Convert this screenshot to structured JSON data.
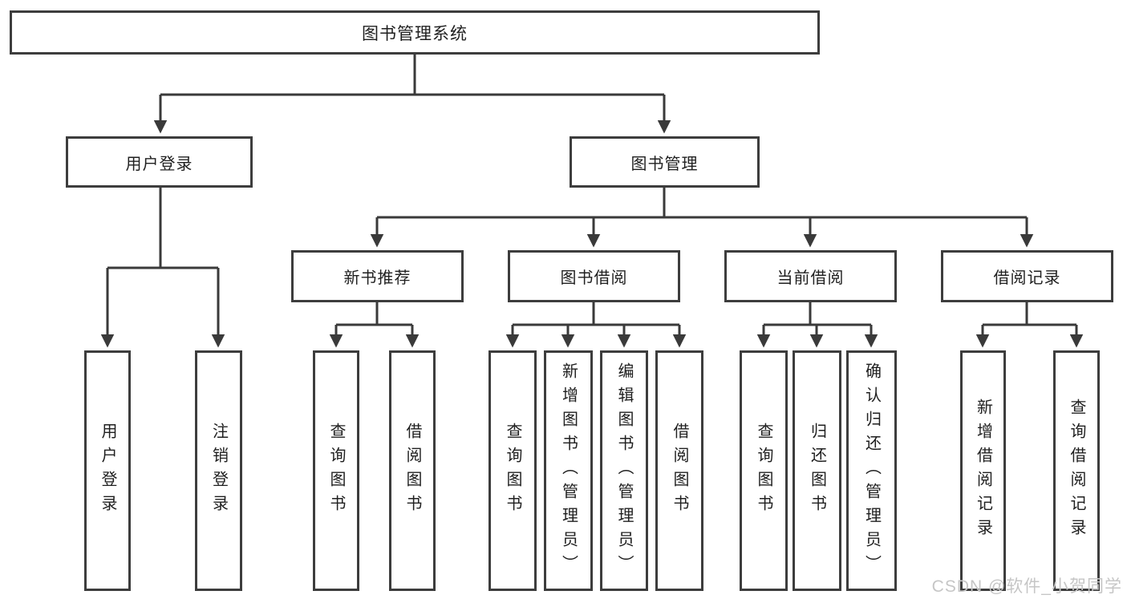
{
  "diagram_title": "图书管理系统",
  "nodes": {
    "root": "图书管理系统",
    "user_login": "用户登录",
    "book_mgmt": "图书管理",
    "new_rec": "新书推荐",
    "book_borrow": "图书借阅",
    "current_borrow": "当前借阅",
    "borrow_records": "借阅记录",
    "ul_user_login": "用户登录",
    "ul_logout": "注销登录",
    "nr_query_books": "查询图书",
    "nr_borrow_books": "借阅图书",
    "bb_query_books": "查询图书",
    "bb_add_books": "新增图书（管理员）",
    "bb_edit_books": "编辑图书（管理员）",
    "bb_borrow_books": "借阅图书",
    "cb_query_books": "查询图书",
    "cb_return_books": "归还图书",
    "cb_confirm_return": "确认归还（管理员）",
    "br_add_record": "新增借阅记录",
    "br_query_record": "查询借阅记录"
  },
  "watermark": "CSDN @软件_小贺同学",
  "colors": {
    "line": "#3a3a3a",
    "box_border": "#3d3d3d",
    "text": "#1f1f1f",
    "watermark": "#c6c6c6",
    "background": "#ffffff"
  }
}
